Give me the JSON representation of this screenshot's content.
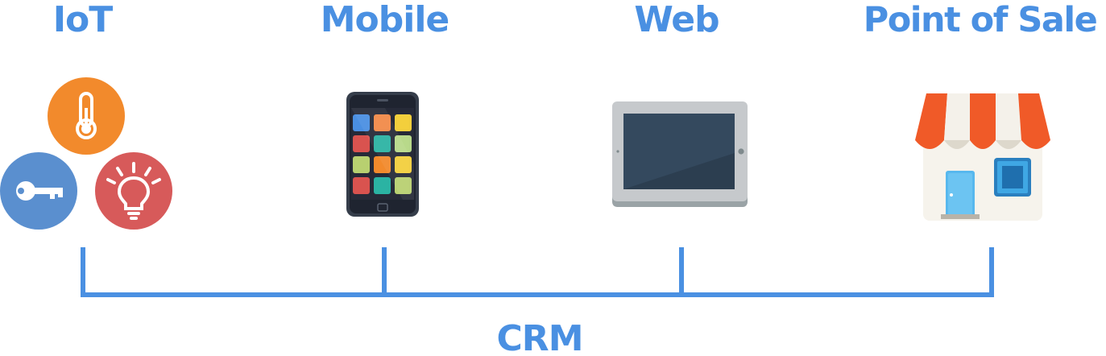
{
  "headings": {
    "iot": "IoT",
    "mobile": "Mobile",
    "web": "Web",
    "pos": "Point of Sale",
    "crm": "CRM"
  },
  "colors": {
    "heading": "#4a90e2",
    "connector": "#4a90e2",
    "thermometer_circle": "#f28a2c",
    "key_circle": "#5a8fcf",
    "bulb_circle": "#d75a5a",
    "awning_red": "#f05a28",
    "awning_white": "#f4f1ea",
    "store_wall": "#f6f3ec",
    "store_window": "#3fa7e4",
    "phone_body": "#353d4a",
    "tablet_body": "#c6c9cc",
    "tablet_screen": "#34495e"
  },
  "icons": {
    "iot": [
      "thermometer-icon",
      "key-icon",
      "lightbulb-icon"
    ],
    "mobile": "smartphone-icon",
    "web": "tablet-icon",
    "pos": "storefront-icon"
  },
  "phone_app_colors": [
    "#4a8fe2",
    "#f28a48",
    "#f3cf3c",
    "#d9534f",
    "#2bb3a3",
    "#b8d98a",
    "#b8d070",
    "#f28a2c",
    "#f3cf3c",
    "#d9534f",
    "#2bb3a3",
    "#b8d070"
  ]
}
